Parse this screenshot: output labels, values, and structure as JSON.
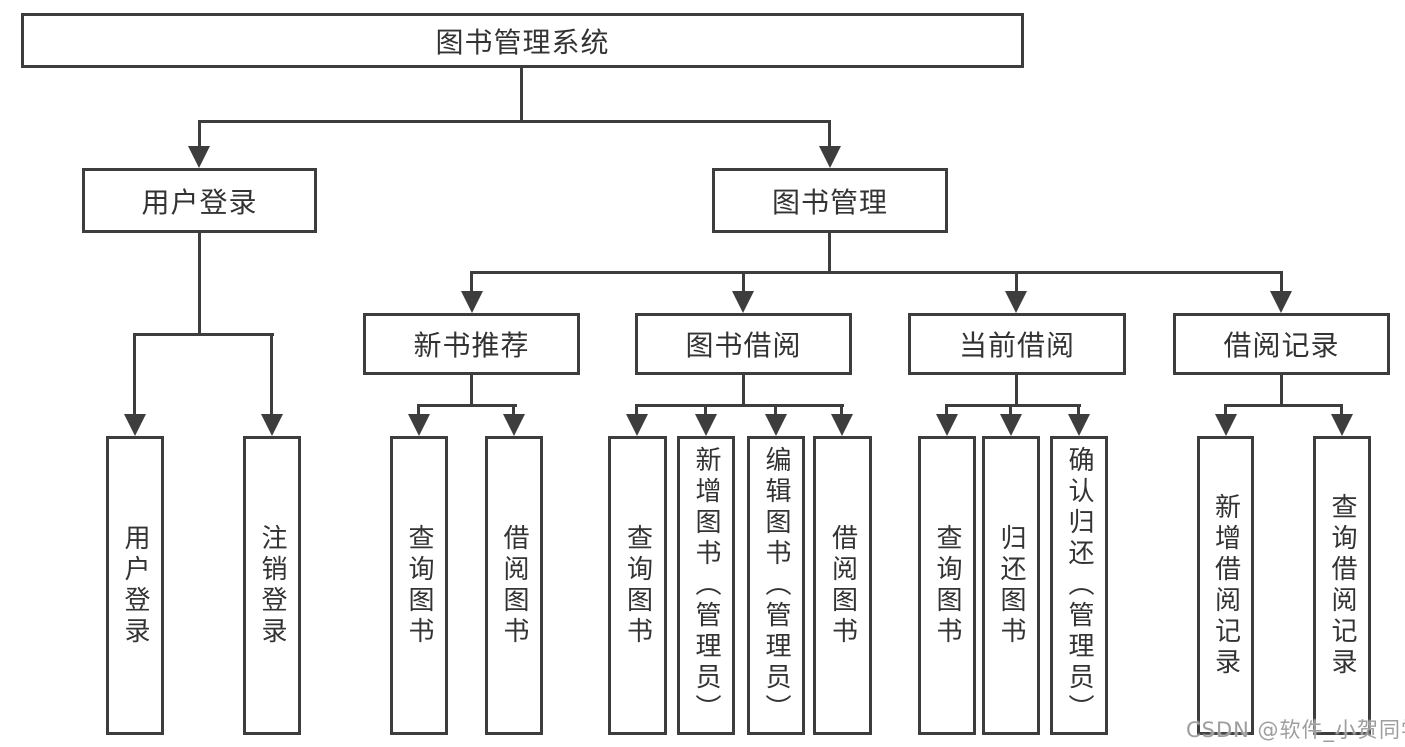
{
  "tree": {
    "root": "图书管理系统",
    "user_login": {
      "label": "用户登录",
      "children": [
        "用户登录",
        "注销登录"
      ]
    },
    "book_mgmt": {
      "label": "图书管理"
    },
    "new_book": {
      "label": "新书推荐",
      "children": [
        "查询图书",
        "借阅图书"
      ]
    },
    "borrow": {
      "label": "图书借阅",
      "children": [
        "查询图书",
        "新增图书（管理员）",
        "编辑图书（管理员）",
        "借阅图书"
      ]
    },
    "current": {
      "label": "当前借阅",
      "children": [
        "查询图书",
        "归还图书",
        "确认归还（管理员）"
      ]
    },
    "records": {
      "label": "借阅记录",
      "children": [
        "新增借阅记录",
        "查询借阅记录"
      ]
    }
  },
  "watermark": "CSDN @软件_小贺同学",
  "colors": {
    "line": "#3d3d3d",
    "text": "#333333",
    "watermark": "#9e9e9e",
    "background": "#ffffff"
  }
}
